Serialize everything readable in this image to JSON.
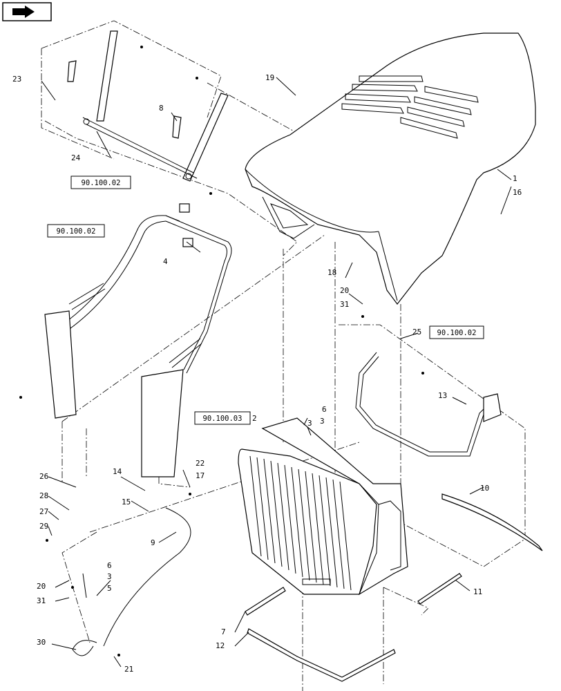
{
  "callouts": [
    "1",
    "2",
    "3",
    "3",
    "3",
    "4",
    "5",
    "6",
    "6",
    "7",
    "8",
    "9",
    "10",
    "11",
    "12",
    "13",
    "14",
    "15",
    "16",
    "17",
    "18",
    "19",
    "20",
    "20",
    "21",
    "22",
    "23",
    "24",
    "25",
    "26",
    "27",
    "28",
    "29",
    "30",
    "31",
    "31"
  ],
  "references": [
    "90.100.02",
    "90.100.02",
    "90.100.03",
    "90.100.02"
  ],
  "icon": "prev-page-icon"
}
